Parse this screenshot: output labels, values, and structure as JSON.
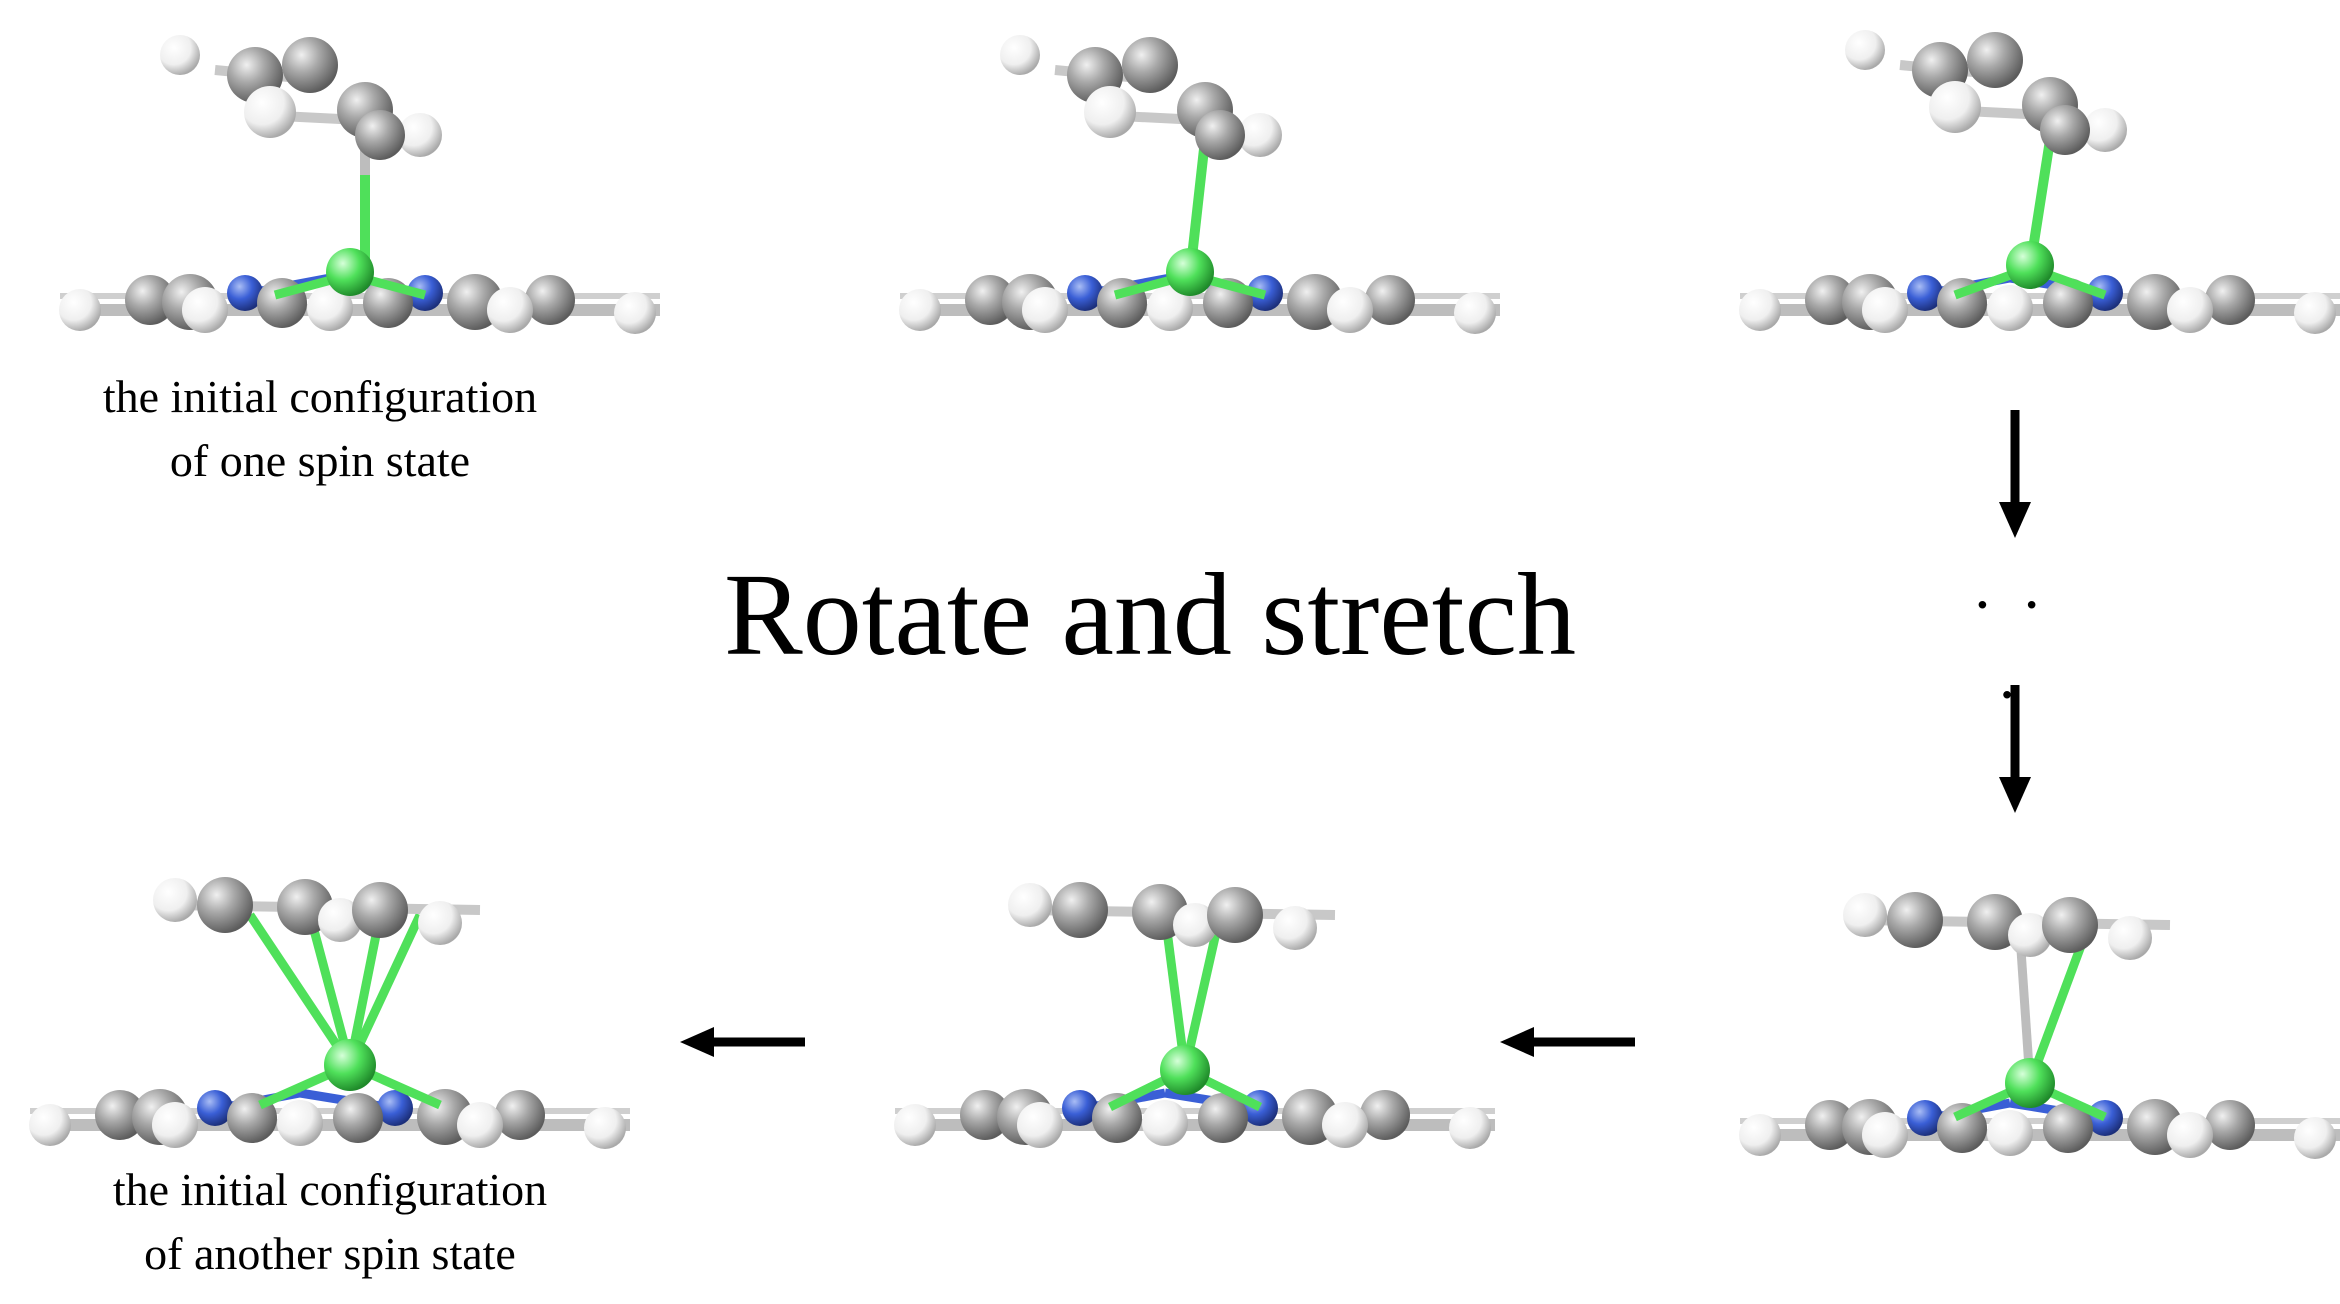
{
  "title": "Rotate and stretch",
  "captions": {
    "first_line1": "the initial configuration",
    "first_line2": "of one spin state",
    "last_line1": "the initial configuration",
    "last_line2": "of another spin state"
  },
  "ellipsis": "· · ·",
  "colors": {
    "carbon": "#9a9a9a",
    "hydrogen": "#f2f2f2",
    "nitrogen": "#3a5fd6",
    "metal": "#4fe05a",
    "arrow": "#000000"
  },
  "icons": {
    "molecule": "molecule-icon",
    "arrow_down": "arrow-down-icon",
    "arrow_left": "arrow-left-icon"
  }
}
